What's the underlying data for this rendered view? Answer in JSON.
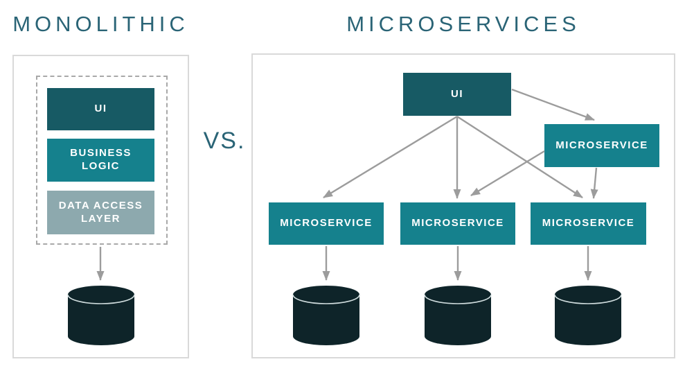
{
  "comparison": {
    "vs_label": "VS."
  },
  "monolithic": {
    "title": "MONOLITHIC",
    "layers": [
      {
        "label": "UI"
      },
      {
        "label": "BUSINESS\nLOGIC"
      },
      {
        "label": "DATA ACCESS\nLAYER"
      }
    ],
    "database_icon": "database-cylinder"
  },
  "microservices": {
    "title": "MICROSERVICES",
    "ui_label": "UI",
    "gateway_label": "MICROSERVICE",
    "services": [
      {
        "label": "MICROSERVICE"
      },
      {
        "label": "MICROSERVICE"
      },
      {
        "label": "MICROSERVICE"
      }
    ],
    "database_icons": [
      "database-cylinder",
      "database-cylinder",
      "database-cylinder"
    ]
  },
  "colors": {
    "dark_teal_box": "#175a64",
    "teal_box": "#15818d",
    "gray_teal_box": "#8da9ae",
    "database": "#0e2429",
    "arrow": "#9c9c9c",
    "panel_border": "#d9d9d9",
    "dashed_border": "#a8a8a8",
    "title_text": "#2a6476"
  }
}
